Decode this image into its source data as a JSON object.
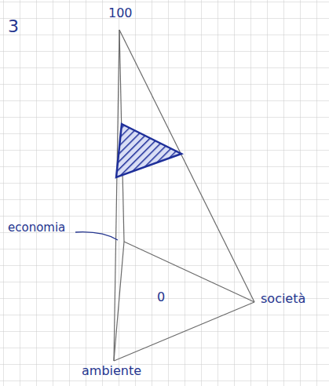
{
  "diagram": {
    "labels": [
      "3",
      "100",
      "economia",
      "società",
      "ambiente",
      "0"
    ]
  }
}
